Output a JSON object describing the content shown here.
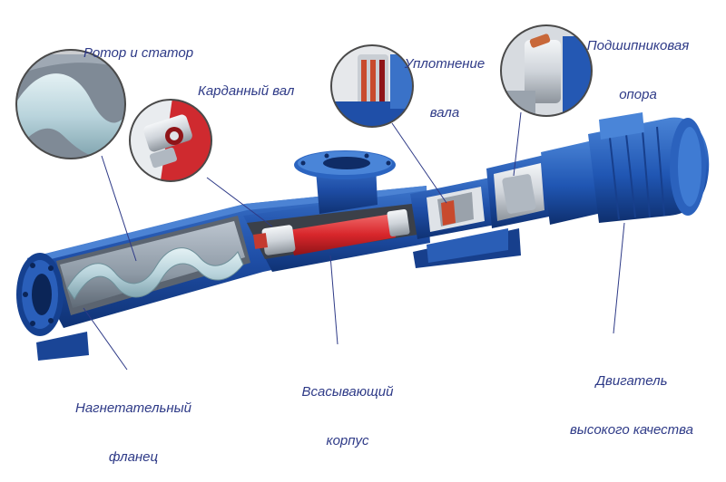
{
  "labels": {
    "rotor_stator": "Ротор и статор",
    "cardan_shaft": "Карданный вал",
    "shaft_seal_line1": "Уплотнение",
    "shaft_seal_line2": "вала",
    "bearing_line1": "Подшипниковая",
    "bearing_line2": "опора",
    "flange_line1": "Нагнетательный",
    "flange_line2": "фланец",
    "suction_line1": "Всасывающий",
    "suction_line2": "корпус",
    "motor_line1": "Двигатель",
    "motor_line2": "высокого качества"
  },
  "colors": {
    "label_text": "#2e3a87",
    "pump_blue": "#1f4fa8",
    "pump_blue_dark": "#123a80",
    "pump_blue_light": "#3a72c8",
    "stator_gray": "#8e9aa6",
    "rotor_light": "#b9d4dc",
    "shaft_red": "#d8262b",
    "metal_silver": "#d9dde2"
  }
}
